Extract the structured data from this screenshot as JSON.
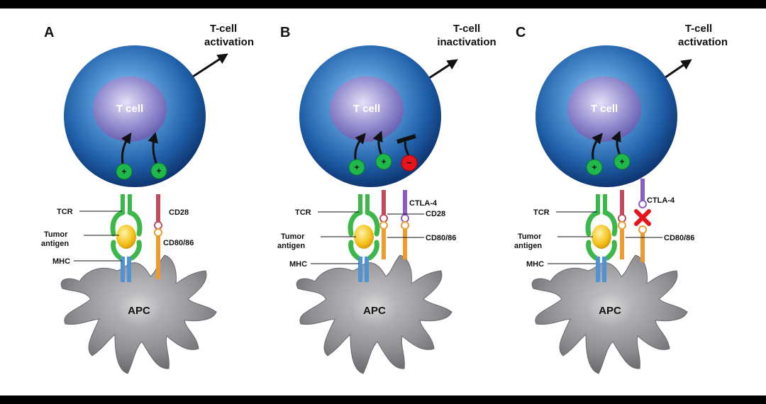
{
  "panels": [
    {
      "letter": "A",
      "outcome_line1": "T-cell",
      "outcome_line2": "activation",
      "cell_label": "T cell",
      "apc_label": "APC",
      "signals": [
        {
          "symbol": "+",
          "color": "#1fb84a"
        },
        {
          "symbol": "+",
          "color": "#1fb84a"
        }
      ],
      "labels": {
        "tcr": "TCR",
        "tumor_antigen_1": "Tumor",
        "tumor_antigen_2": "antigen",
        "mhc": "MHC",
        "cd28": "CD28",
        "cd80_86": "CD80/86"
      }
    },
    {
      "letter": "B",
      "outcome_line1": "T-cell",
      "outcome_line2": "inactivation",
      "cell_label": "T cell",
      "apc_label": "APC",
      "signals": [
        {
          "symbol": "+",
          "color": "#1fb84a"
        },
        {
          "symbol": "+",
          "color": "#1fb84a"
        },
        {
          "symbol": "−",
          "color": "#e8141b"
        }
      ],
      "labels": {
        "tcr": "TCR",
        "tumor_antigen_1": "Tumor",
        "tumor_antigen_2": "antigen",
        "mhc": "MHC",
        "ctla4": "CTLA-4",
        "cd28": "CD28",
        "cd80_86": "CD80/86"
      }
    },
    {
      "letter": "C",
      "outcome_line1": "T-cell",
      "outcome_line2": "activation",
      "cell_label": "T cell",
      "apc_label": "APC",
      "signals": [
        {
          "symbol": "+",
          "color": "#1fb84a"
        },
        {
          "symbol": "+",
          "color": "#1fb84a"
        }
      ],
      "labels": {
        "tcr": "TCR",
        "tumor_antigen_1": "Tumor",
        "tumor_antigen_2": "antigen",
        "mhc": "MHC",
        "ctla4": "CTLA-4",
        "cd80_86": "CD80/86"
      }
    }
  ],
  "colors": {
    "tcell": "#1f5fa8",
    "nucleus": "#9a8fd0",
    "apc": "#8e8e92",
    "tcr": "#3cb84a",
    "antigen": "#f4c21b",
    "mhc": "#4f93d6",
    "cd28": "#c24a5a",
    "cd80": "#ef9a2e",
    "ctla4": "#8a5cc8",
    "block_x": "#e8141b"
  }
}
